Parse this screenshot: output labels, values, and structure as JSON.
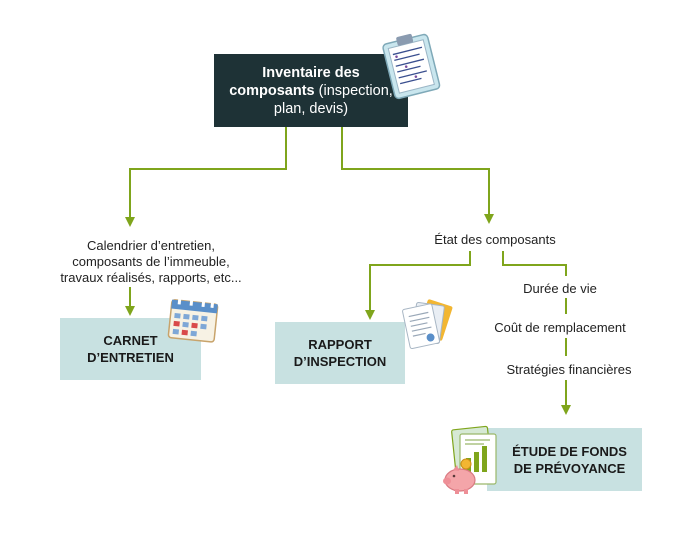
{
  "root": {
    "title_bold": "Inventaire des composants",
    "title_rest": " (inspection, plan, devis)"
  },
  "left_branch": {
    "description_lines": [
      "Calendrier d’entretien,",
      "composants de l’immeuble,",
      "travaux réalisés, rapports, etc..."
    ],
    "box_lines": [
      "CARNET",
      "D’ENTRETIEN"
    ]
  },
  "right_branch": {
    "label": "État des composants",
    "inspection_box_lines": [
      "RAPPORT",
      "D’INSPECTION"
    ],
    "criteria": [
      "Durée de vie",
      "Coût de remplacement",
      "Stratégies financières"
    ],
    "fonds_box_lines": [
      "ÉTUDE DE FONDS",
      "DE PRÉVOYANCE"
    ]
  },
  "icons": {
    "root": "clipboard-icon",
    "carnet": "calendar-icon",
    "rapport": "documents-icon",
    "fonds": "piggy-bank-report-icon"
  },
  "colors": {
    "connector": "#7fa51c",
    "root_box": "#1e3236",
    "teal_box": "#c8e1e1"
  }
}
